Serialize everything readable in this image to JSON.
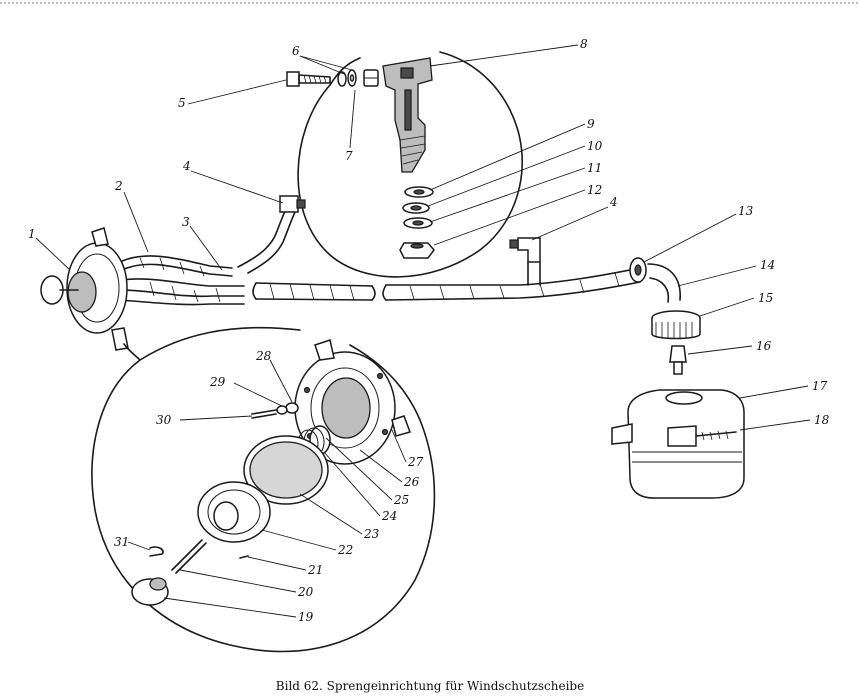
{
  "caption": "Bild 62. Sprengeinrichtung für Windschutzscheibe",
  "callouts": [
    {
      "id": "c1",
      "label": "1"
    },
    {
      "id": "c2",
      "label": "2"
    },
    {
      "id": "c3",
      "label": "3"
    },
    {
      "id": "c4a",
      "label": "4"
    },
    {
      "id": "c4b",
      "label": "4"
    },
    {
      "id": "c5",
      "label": "5"
    },
    {
      "id": "c6",
      "label": "6"
    },
    {
      "id": "c7",
      "label": "7"
    },
    {
      "id": "c8",
      "label": "8"
    },
    {
      "id": "c9",
      "label": "9"
    },
    {
      "id": "c10",
      "label": "10"
    },
    {
      "id": "c11",
      "label": "11"
    },
    {
      "id": "c12",
      "label": "12"
    },
    {
      "id": "c13",
      "label": "13"
    },
    {
      "id": "c14",
      "label": "14"
    },
    {
      "id": "c15",
      "label": "15"
    },
    {
      "id": "c16",
      "label": "16"
    },
    {
      "id": "c17",
      "label": "17"
    },
    {
      "id": "c18",
      "label": "18"
    },
    {
      "id": "c19",
      "label": "19"
    },
    {
      "id": "c20",
      "label": "20"
    },
    {
      "id": "c21",
      "label": "21"
    },
    {
      "id": "c22",
      "label": "22"
    },
    {
      "id": "c23",
      "label": "23"
    },
    {
      "id": "c24",
      "label": "24"
    },
    {
      "id": "c25",
      "label": "25"
    },
    {
      "id": "c26",
      "label": "26"
    },
    {
      "id": "c27",
      "label": "27"
    },
    {
      "id": "c28",
      "label": "28"
    },
    {
      "id": "c29",
      "label": "29"
    },
    {
      "id": "c30",
      "label": "30"
    },
    {
      "id": "c31",
      "label": "31"
    }
  ]
}
